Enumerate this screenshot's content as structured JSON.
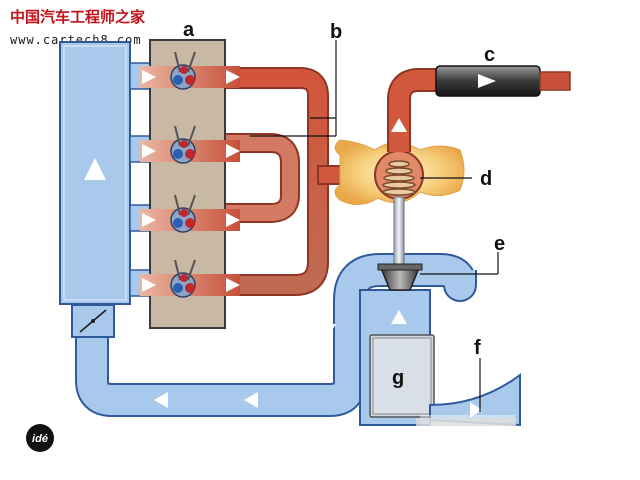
{
  "watermark": {
    "site_name_cn": "中国汽车工程师之家",
    "url": "www.cartech8.com"
  },
  "labels": {
    "a": "a",
    "b": "b",
    "c": "c",
    "d": "d",
    "e": "e",
    "f": "f",
    "g": "g"
  },
  "logo": {
    "text": "idé"
  },
  "colors": {
    "coolant_cold": "#a9c9ec",
    "coolant_outline": "#2f5a9a",
    "exhaust_hot": "#c8503a",
    "exhaust_light": "#e5a58f",
    "engine_block": "#c9b8a4",
    "heat_glow": "#f3c46a"
  }
}
